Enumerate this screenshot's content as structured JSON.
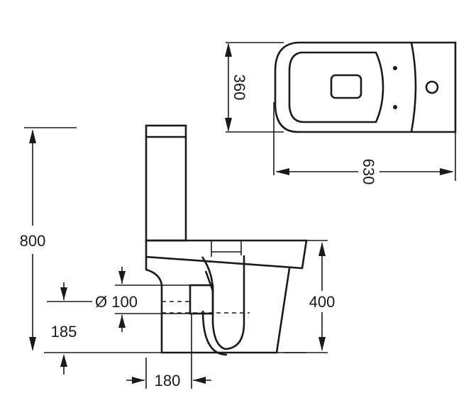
{
  "dimensions": {
    "height_total": "800",
    "height_bowl": "400",
    "depth": "630",
    "width": "360",
    "outlet_diameter": "Ø 100",
    "outlet_height": "185",
    "outlet_offset": "180"
  }
}
